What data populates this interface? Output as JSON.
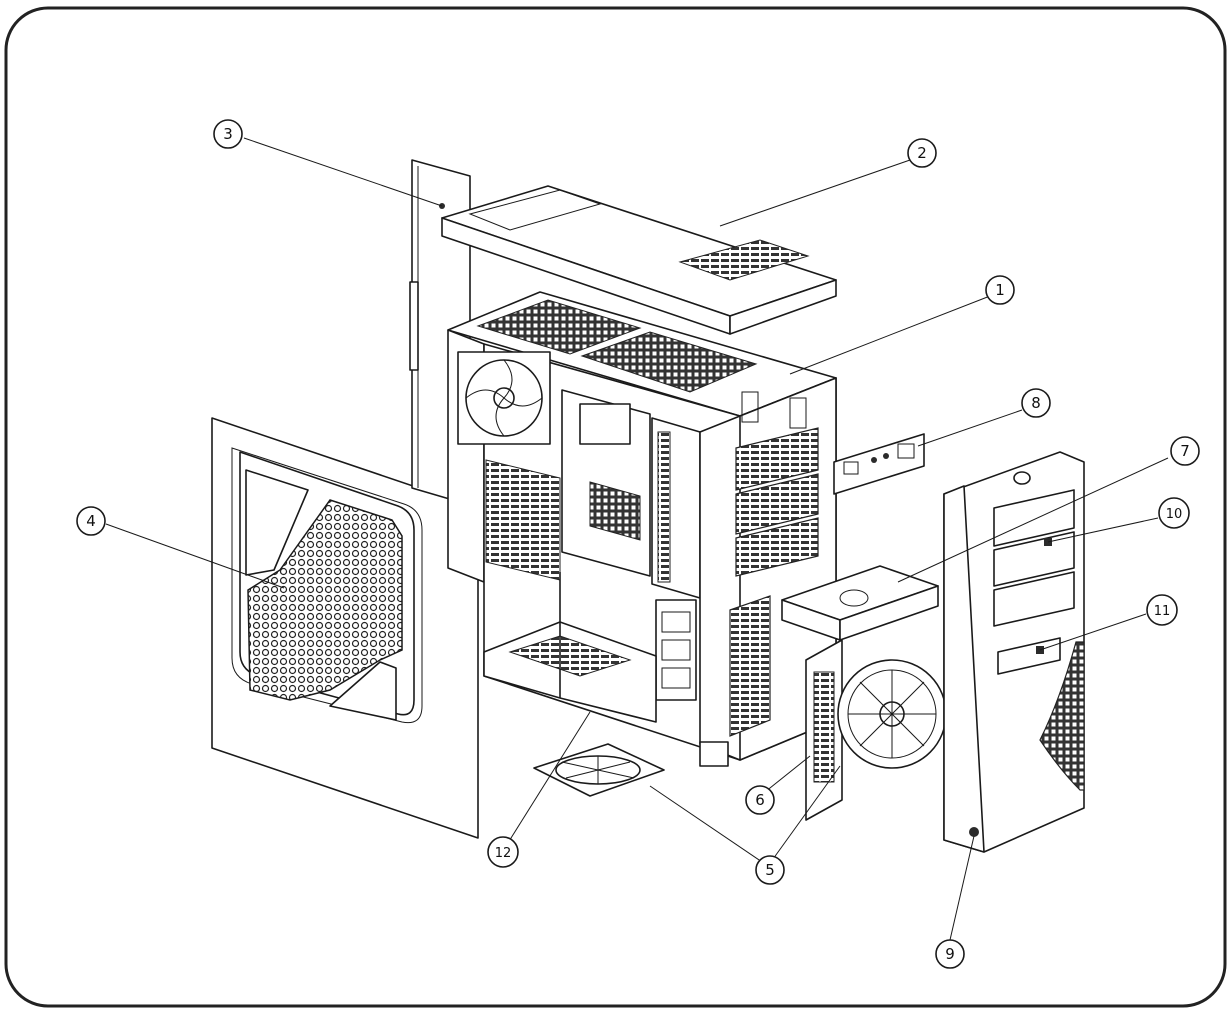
{
  "callouts": [
    {
      "id": "1",
      "label": "1"
    },
    {
      "id": "2",
      "label": "2"
    },
    {
      "id": "3",
      "label": "3"
    },
    {
      "id": "4",
      "label": "4"
    },
    {
      "id": "5",
      "label": "5"
    },
    {
      "id": "6",
      "label": "6"
    },
    {
      "id": "7",
      "label": "7"
    },
    {
      "id": "8",
      "label": "8"
    },
    {
      "id": "9",
      "label": "9"
    },
    {
      "id": "10",
      "label": "10"
    },
    {
      "id": "11",
      "label": "11"
    },
    {
      "id": "12",
      "label": "12"
    }
  ],
  "colors": {
    "line": "#1a1a1a",
    "background": "#ffffff",
    "frame": "#222222"
  }
}
